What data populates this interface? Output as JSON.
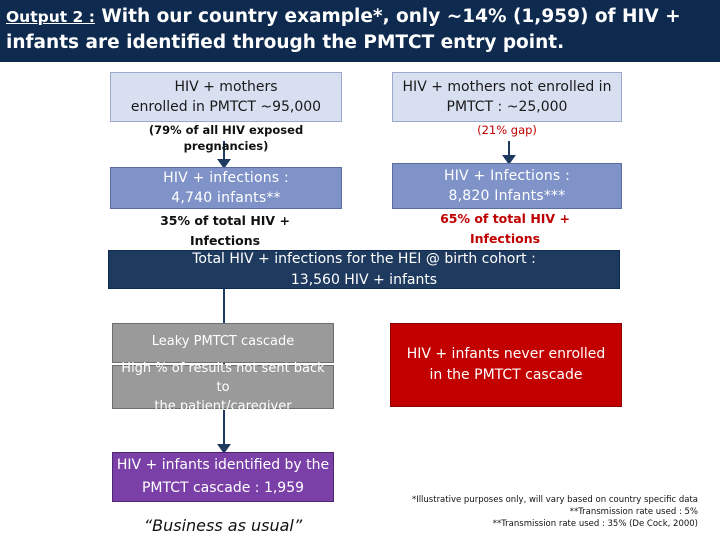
{
  "header": {
    "lead": "Output 2 :",
    "title_rest": "With our country example*, only ~14% (1,959) of HIV + infants are identified through the PMTCT entry point."
  },
  "left": {
    "enrolled_line1": "HIV + mothers",
    "enrolled_line2": "enrolled in PMTCT ~95,000",
    "enrolled_note": "(79% of all HIV exposed pregnancies)",
    "infections_line1": "HIV + infections :",
    "infections_line2": "4,740 infants**",
    "share_line1": "35% of total HIV +",
    "share_line2": "Infections"
  },
  "right": {
    "not_enrolled_line1": "HIV + mothers not enrolled in",
    "not_enrolled_line2": "PMTCT : ~25,000",
    "not_enrolled_note": "(21% gap)",
    "infections_line1": "HIV + Infections :",
    "infections_line2": "8,820 Infants***",
    "share_line1": "65% of total HIV +",
    "share_line2": "Infections"
  },
  "total": {
    "line1": "Total HIV + infections for the HEI @ birth cohort :",
    "line2": "13,560  HIV + infants"
  },
  "cascade": {
    "leaky": "Leaky PMTCT cascade",
    "not_sent_line1": "High % of results not sent back to",
    "not_sent_line2": "the patient/caregiver",
    "identified_line1": "HIV + infants identified by the",
    "identified_line2": "PMTCT cascade : 1,959",
    "never_line1": "HIV + infants never enrolled",
    "never_line2": "in the PMTCT cascade",
    "business": "“Business as usual”"
  },
  "footnotes": {
    "line1": "*Illustrative purposes only, will vary based on country specific data",
    "line2": "**Transmission rate used : 5%",
    "line3": "**Transmission rate used : 35% (De Cock, 2000)"
  },
  "colors": {
    "header_bg": "#0f2a4f",
    "light_box": "#d7dff0",
    "blue_box": "#7f93c9",
    "total_bar": "#1f3a5f",
    "gray_box": "#9a9a9a",
    "red_box": "#c30000",
    "purple_box": "#7a40a8",
    "accent_red_text": "#c00000",
    "connector": "#1f3a5f"
  }
}
